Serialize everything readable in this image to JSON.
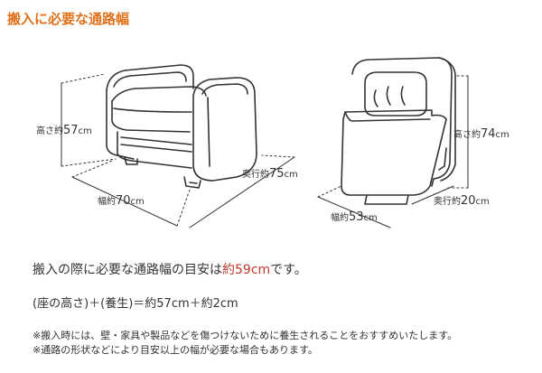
{
  "title": "搬入に必要な通路幅",
  "chair": {
    "height_label": "高さ約",
    "height_value": "57",
    "height_unit": "cm",
    "width_label": "幅約",
    "width_value": "70",
    "width_unit": "cm",
    "depth_label": "奥行約",
    "depth_value": "75",
    "depth_unit": "cm"
  },
  "cover": {
    "height_label": "高さ約",
    "height_value": "74",
    "height_unit": "cm",
    "width_label": "幅約",
    "width_value": "53",
    "width_unit": "cm",
    "depth_label": "奥行約",
    "depth_value": "20",
    "depth_unit": "cm"
  },
  "summary": {
    "prefix": "搬入の際に必要な通路幅の目安は",
    "highlight": "約59cm",
    "suffix": "です。"
  },
  "formula": "(座の高さ)＋(養生)＝約57cm＋約2cm",
  "notes": [
    "※搬入時には、壁・家具や製品などを傷つけないために養生されることをおすすめいたします。",
    "※通路の形状などにより目安以上の幅が必要な場合もあります。"
  ],
  "colors": {
    "title": "#e0701a",
    "highlight": "#c0392b",
    "line": "#333333"
  }
}
